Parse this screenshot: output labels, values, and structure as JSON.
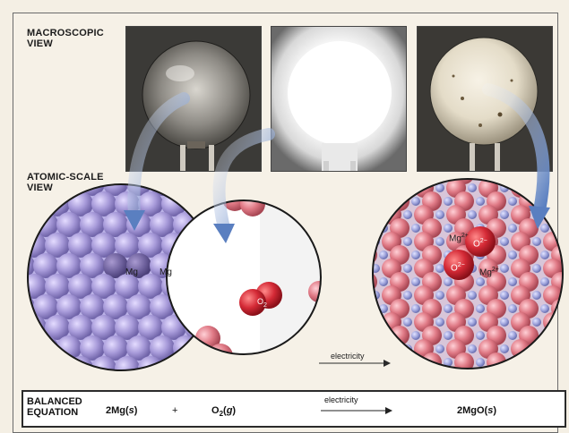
{
  "labels": {
    "macroscopic": "MACROSCOPIC VIEW",
    "atomic": "ATOMIC-SCALE VIEW"
  },
  "atoms": {
    "mg_left": "Mg",
    "mg_right": "Mg",
    "o2": "O2",
    "mg2plus_top": "Mg2+",
    "o2minus_top": "O2−",
    "o2minus_left": "O2−",
    "mg2plus_bottom": "Mg2+"
  },
  "arrow_label": "electricity",
  "equation": {
    "label": "BALANCED EQUATION",
    "reactant1": "2Mg(s)",
    "plus": "+",
    "reactant2": "O2(g)",
    "condition": "electricity",
    "product": "2MgO(s)"
  },
  "colors": {
    "mg_atom": "#a79ad9",
    "o_atom": "#e07a86",
    "o2_molecule": "#d42a36",
    "arrow_blue": "#5a7fc0"
  }
}
